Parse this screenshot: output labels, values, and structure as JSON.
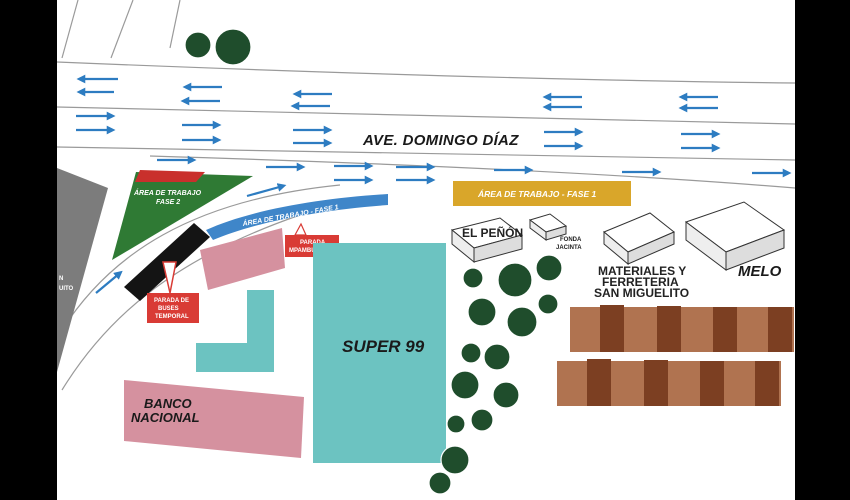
{
  "map": {
    "street_name": "AVE. DOMINGO DÍAZ",
    "work_area_phase_1": "ÁREA DE TRABAJO - FASE 1",
    "work_area_phase_1_road": "ÁREA DE TRABAJO - FASE 1",
    "work_area_phase_2_line1": "ÁREA DE TRABAJO",
    "work_area_phase_2_line2": "FASE 2",
    "bus_stop_temporary_line1": "PARADA DE",
    "bus_stop_temporary_line2": "BUSES",
    "bus_stop_temporary_line3": "TEMPORAL",
    "bus_stop_metro_line1": "PARADA",
    "bus_stop_metro_line2": "MPAMBUTOMBA",
    "el_penon": "EL PEÑÓN",
    "fonda_line1": "FONDA",
    "fonda_line2": "JACINTA",
    "materiales_line1": "MATERIALES Y",
    "materiales_line2": "FERRETERIA",
    "materiales_line3": "SAN MIGUELITO",
    "melo": "MELO",
    "super99": "SUPER 99",
    "banco_line1": "BANCO",
    "banco_line2": "NACIONAL",
    "left_edge_line1": "N",
    "left_edge_line2": "UITO",
    "colors": {
      "road_arrow": "#2d7cc1",
      "work_area_yellow": "#d9a62a",
      "work_area_green": "#2f7a34",
      "work_area_blue": "#3f86c9",
      "bus_stop_red": "#d93b35",
      "super99_teal": "#6cc3c1",
      "banco_pink": "#d5919f",
      "roof_brown": "#8a4a2a",
      "tree_green": "#1f4d2c",
      "left_block_gray": "#7c7c7c"
    }
  }
}
